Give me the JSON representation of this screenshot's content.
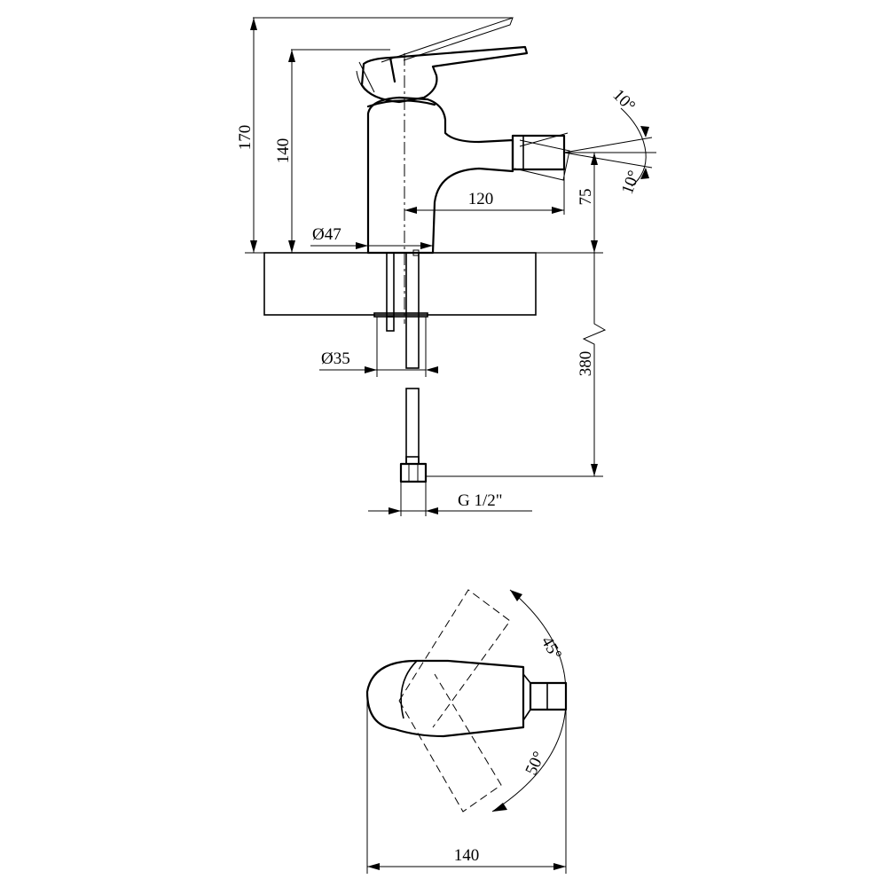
{
  "side_view": {
    "dimensions": {
      "total_height": "170",
      "spout_height": "140",
      "spout_reach": "120",
      "outlet_height": "75",
      "body_diameter": "Ø47",
      "hole_diameter": "Ø35",
      "hose_length": "380",
      "connection_thread": "G 1/2\""
    },
    "angles": {
      "tilt_up": "10°",
      "tilt_down": "10°"
    }
  },
  "top_view": {
    "dimensions": {
      "total_width": "140"
    },
    "angles": {
      "rotate_left": "45°",
      "rotate_right": "50°"
    }
  }
}
